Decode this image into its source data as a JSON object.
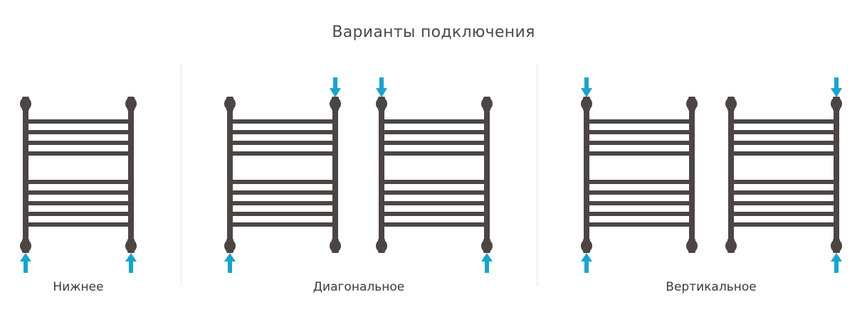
{
  "title": "Варианты подключения",
  "groups": [
    {
      "id": "bottom",
      "label": "Нижнее"
    },
    {
      "id": "diagonal",
      "label": "Диагональное"
    },
    {
      "id": "vertical",
      "label": "Вертикальное"
    }
  ],
  "colors": {
    "rail": "#4b4544",
    "arrow": "#1aa3cc",
    "title": "#4a4a4a",
    "caption": "#3a3a3a",
    "divider": "#c8c8c8"
  }
}
